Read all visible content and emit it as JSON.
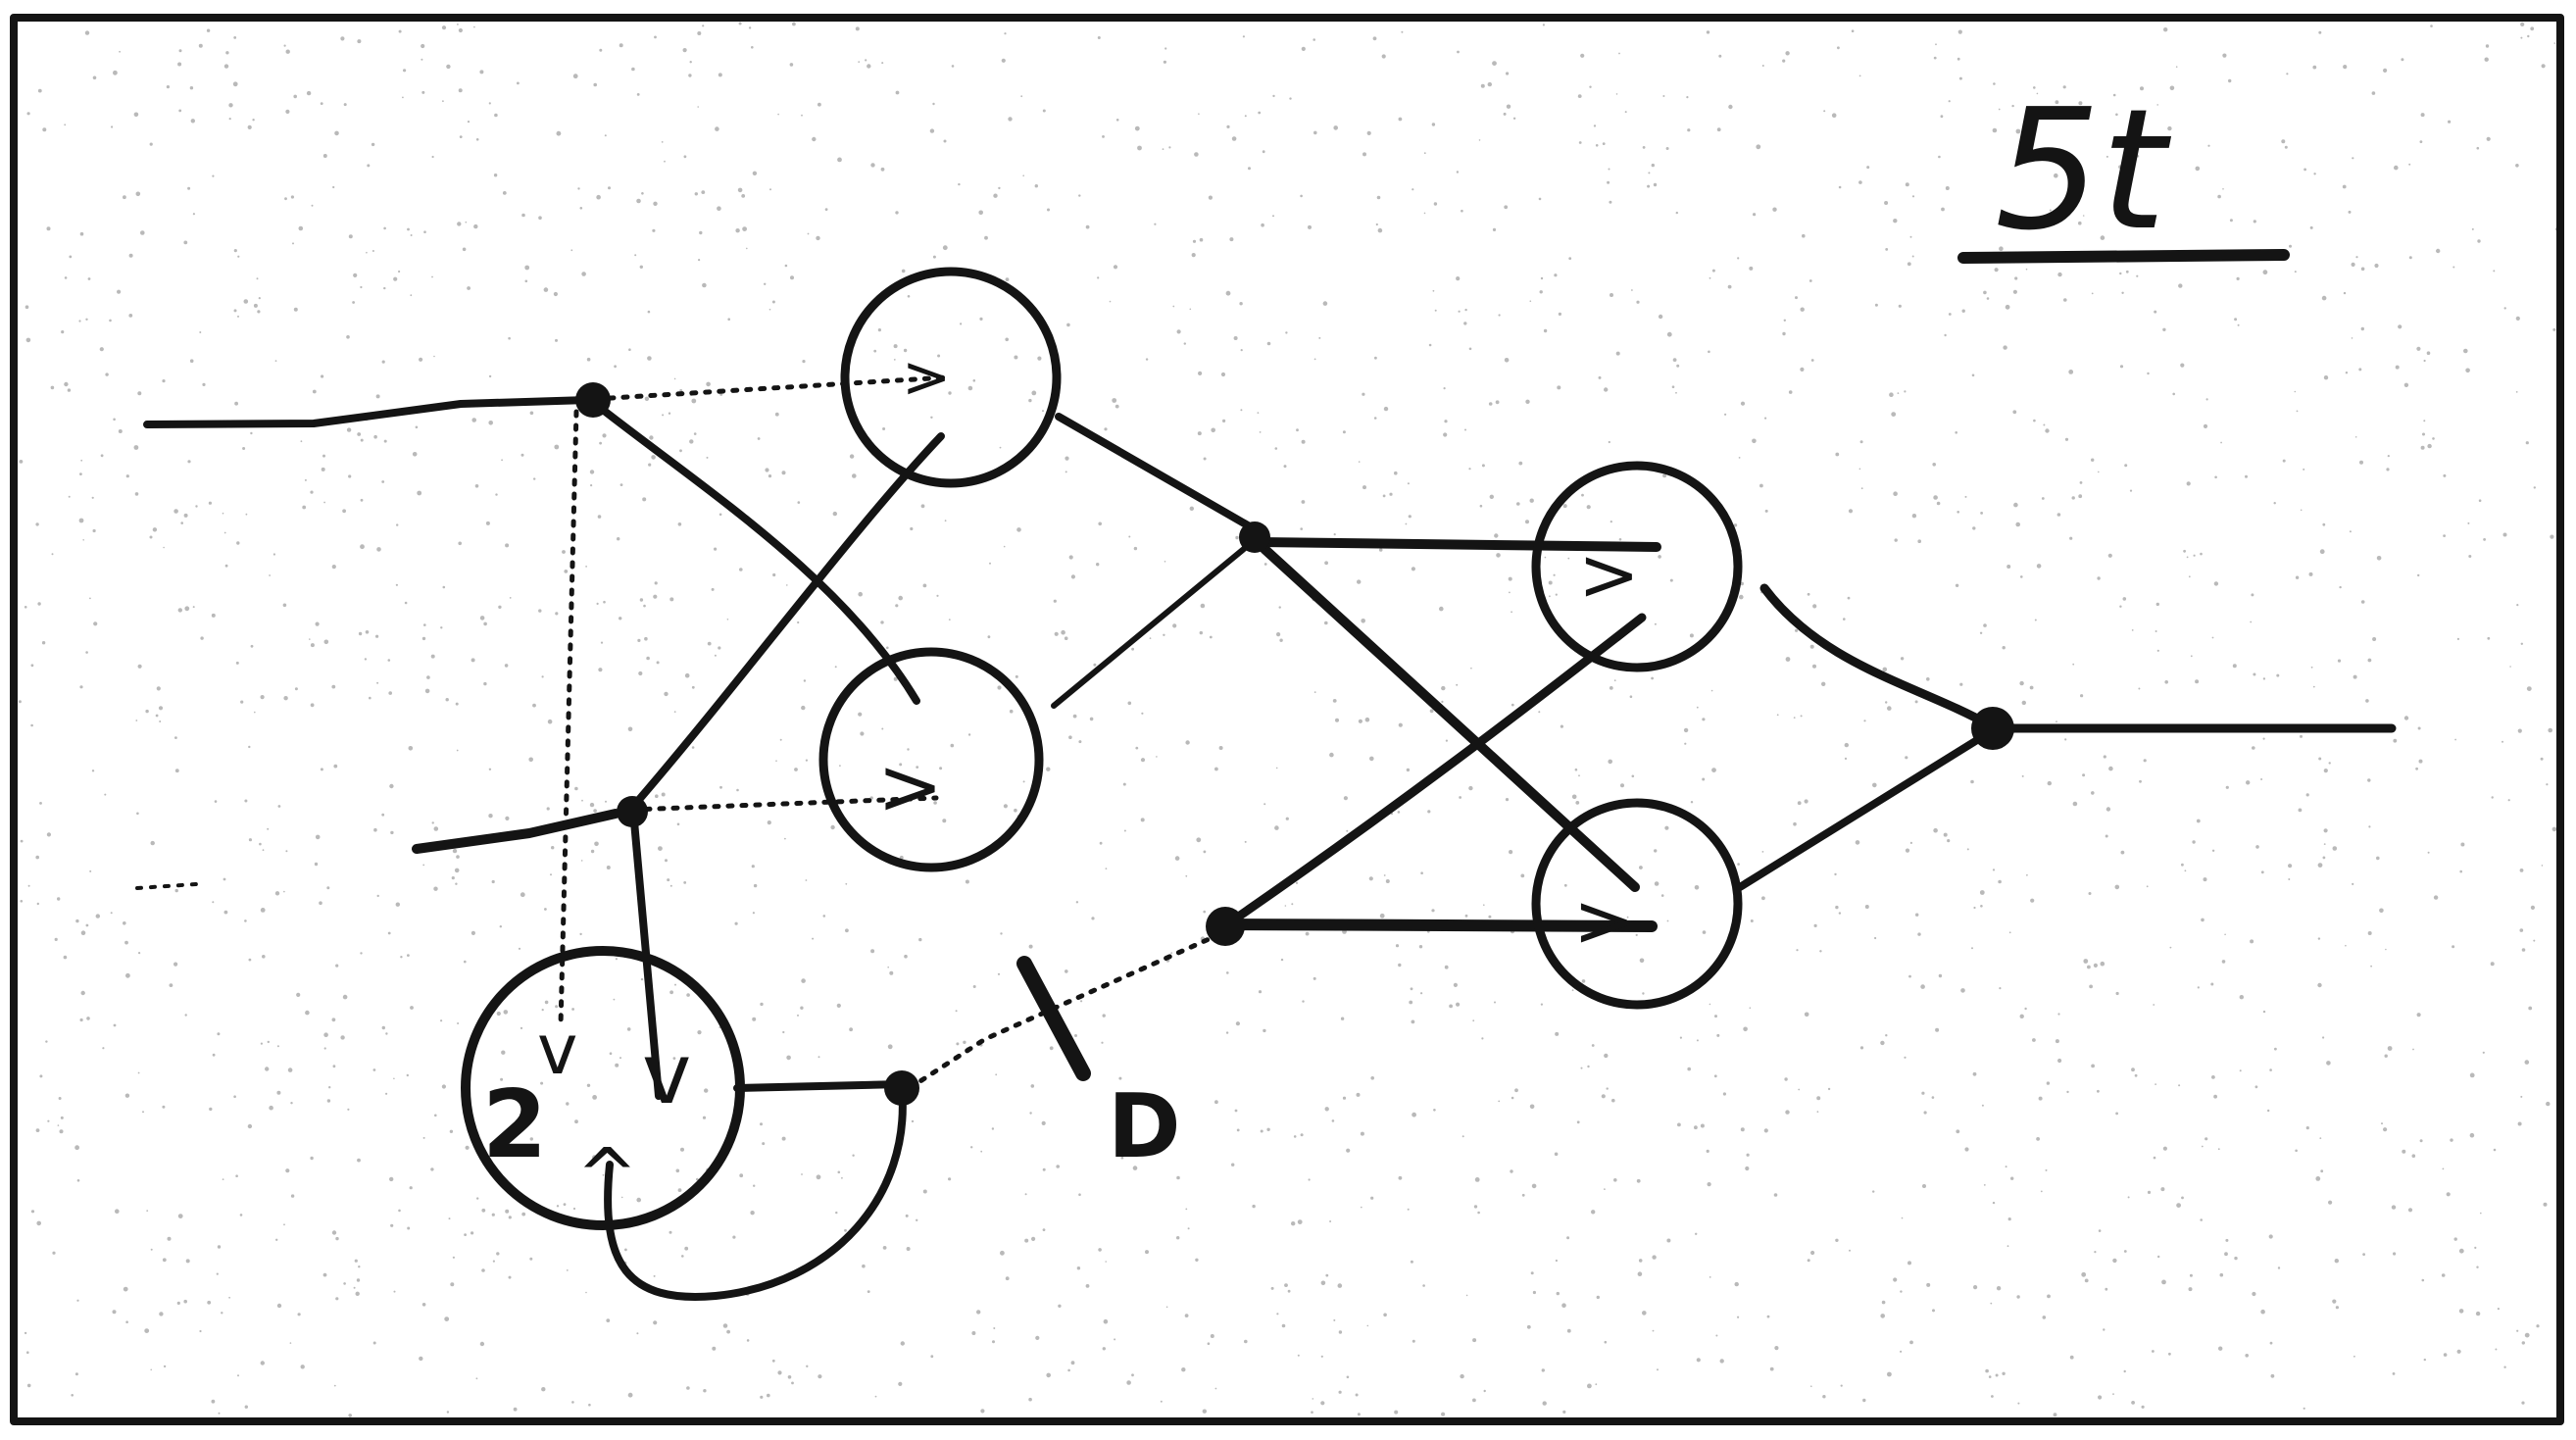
{
  "diagram": {
    "figure_label": "5t",
    "counter_label": "2",
    "delay_label": "D",
    "ink_color": "#141414",
    "paper_color": "#ffffff",
    "noise_color": "#b9b9b9",
    "neuron_glyph": ">",
    "counter_glyphs": [
      "v",
      "v",
      "^"
    ]
  }
}
